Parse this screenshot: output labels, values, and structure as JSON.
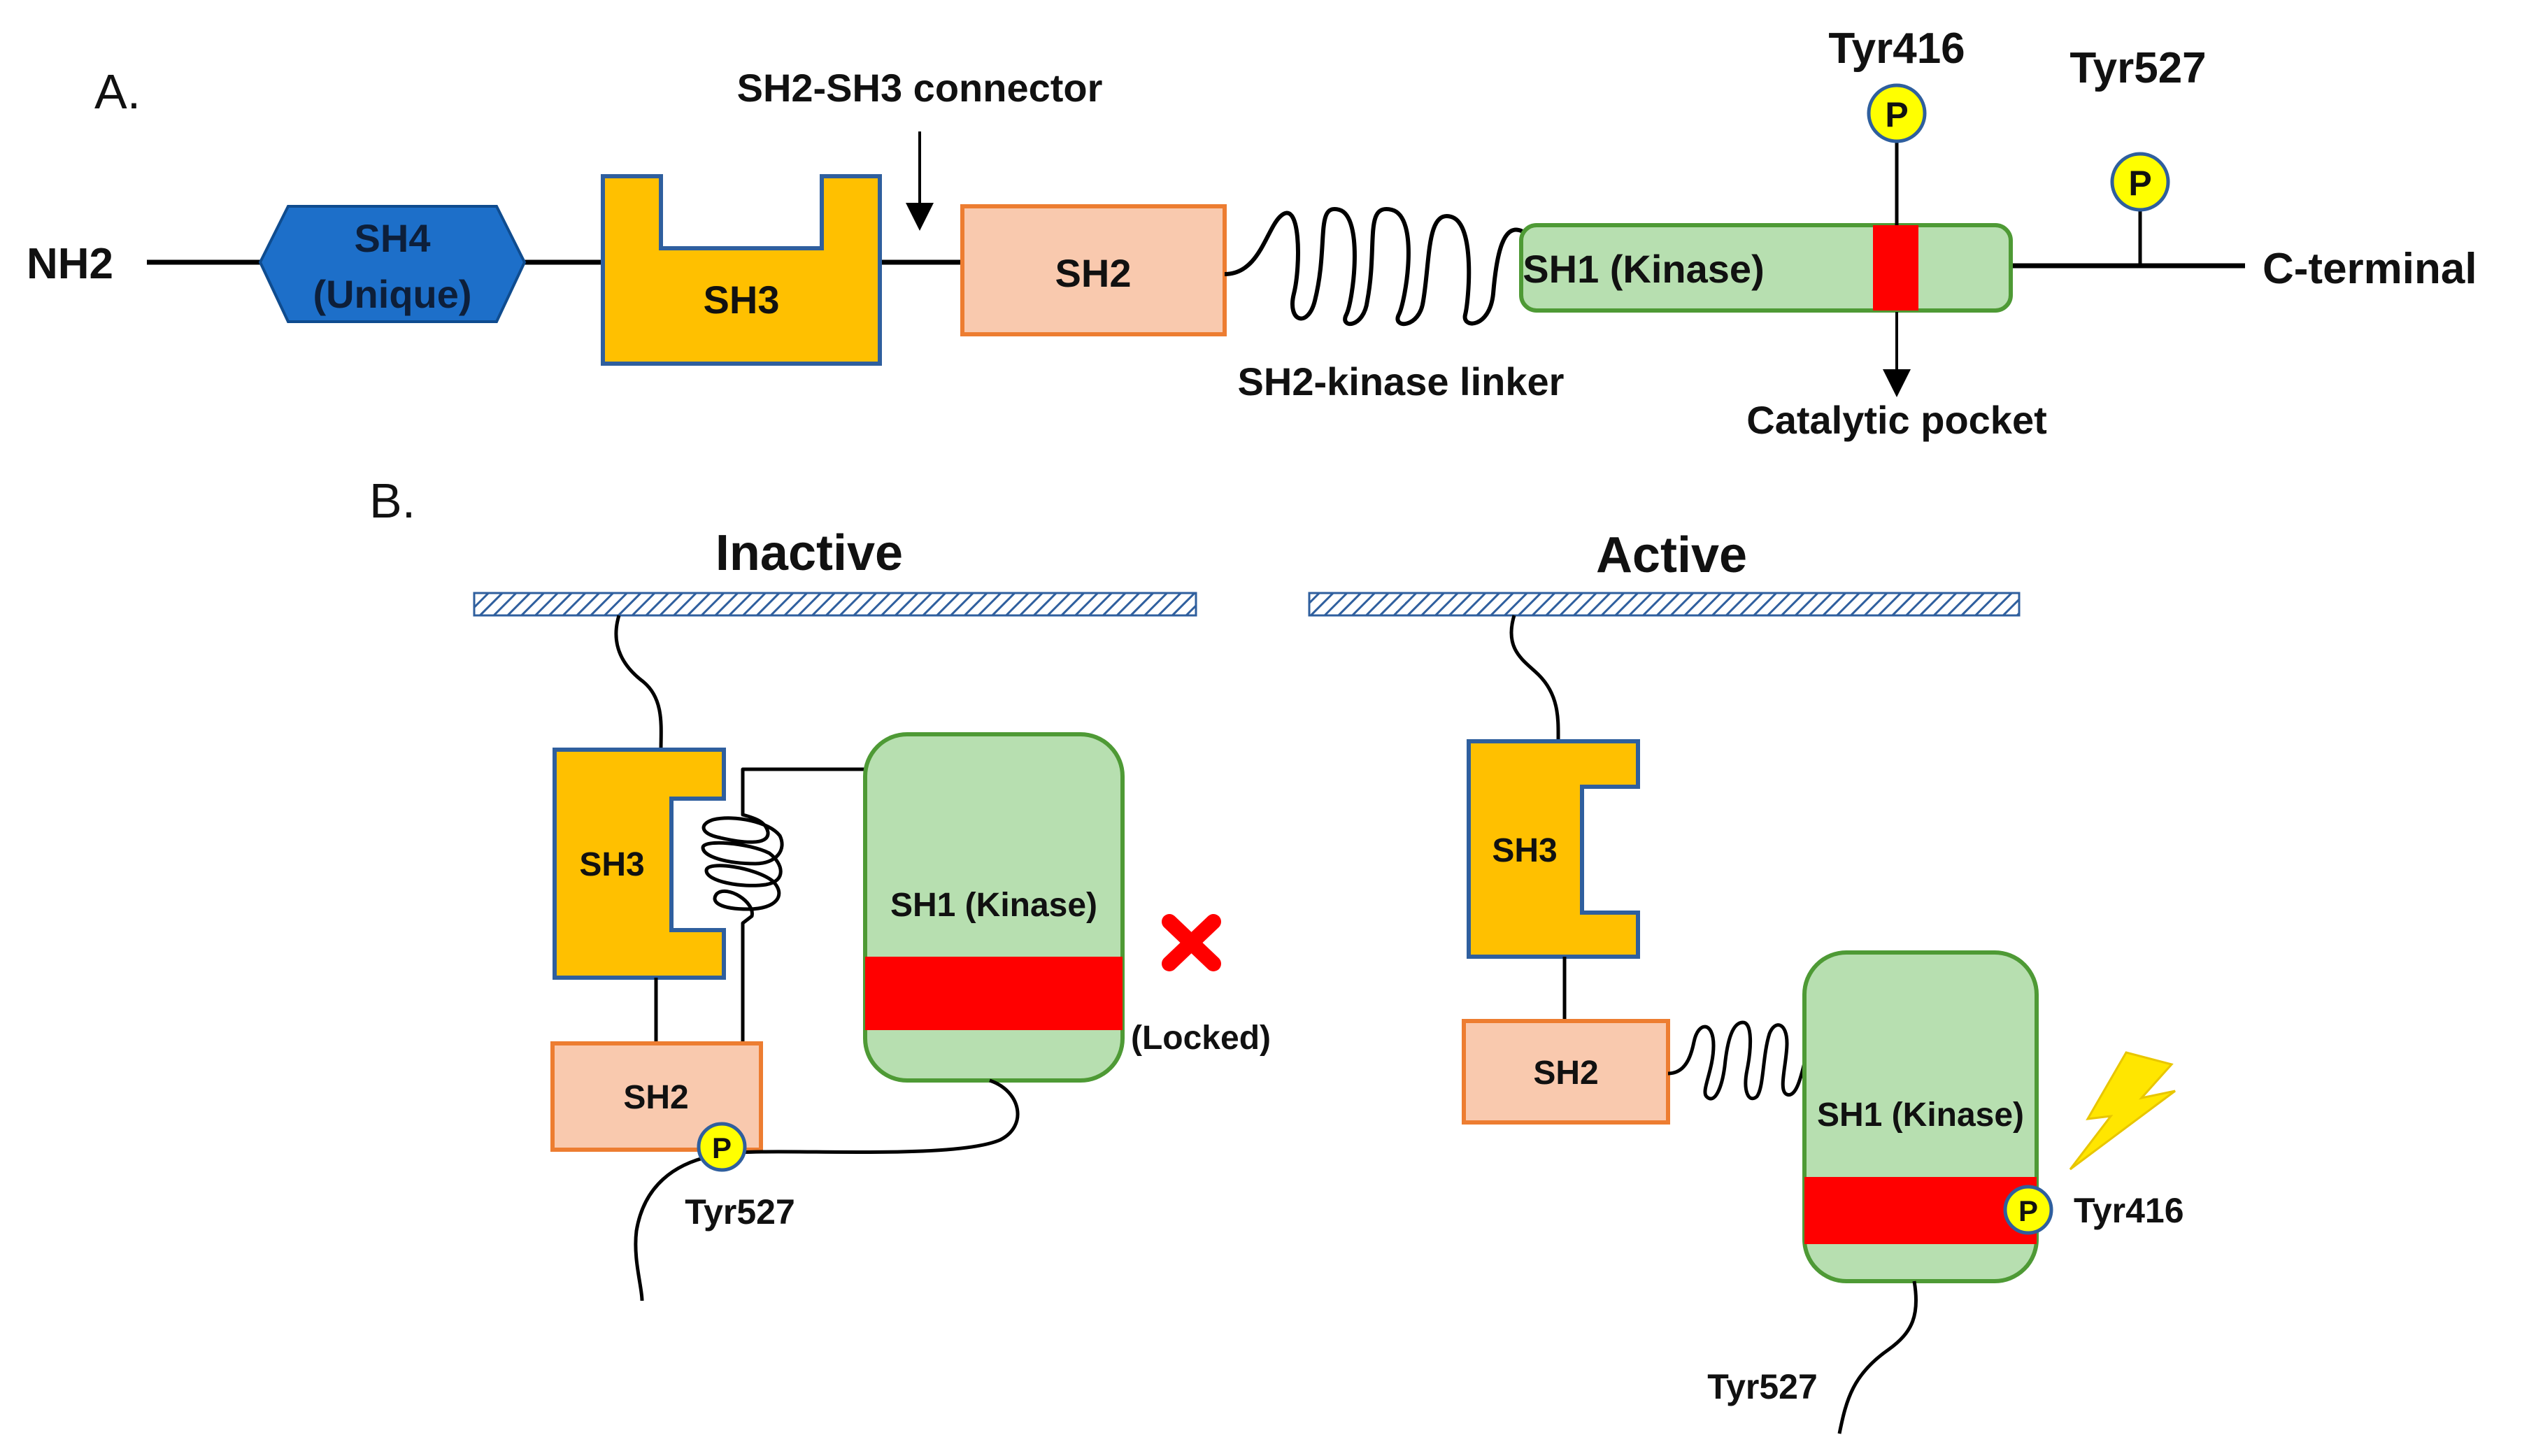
{
  "panel_a": {
    "label": "A.",
    "nh2": "NH2",
    "c_terminal": "C-terminal",
    "sh4_line1": "SH4",
    "sh4_line2": "(Unique)",
    "sh3": "SH3",
    "sh2": "SH2",
    "sh1": "SH1 (Kinase)",
    "sh2_sh3_connector": "SH2-SH3 connector",
    "sh2_kinase_linker": "SH2-kinase linker",
    "catalytic_pocket": "Catalytic pocket",
    "tyr416": "Tyr416",
    "tyr527": "Tyr527",
    "phospho": "P"
  },
  "panel_b": {
    "label": "B.",
    "inactive": {
      "title": "Inactive",
      "sh3": "SH3",
      "sh2": "SH2",
      "sh1": "SH1 (Kinase)",
      "locked": "(Locked)",
      "tyr527": "Tyr527",
      "phospho": "P"
    },
    "active": {
      "title": "Active",
      "sh3": "SH3",
      "sh2": "SH2",
      "sh1": "SH1 (Kinase)",
      "tyr416": "Tyr416",
      "tyr527": "Tyr527",
      "phospho": "P"
    }
  },
  "colors": {
    "sh4_fill": "#1d6fc9",
    "sh3_fill": "#ffc000",
    "sh2_fill": "#f9c9ae",
    "sh2_stroke": "#ed7d31",
    "kinase_fill": "#b7dfb0",
    "kinase_stroke": "#4e9a35",
    "catalytic": "#ff0000",
    "phospho_fill": "#ffff00",
    "membrane": "#2f5f9e",
    "lightning": "#ffe600"
  }
}
